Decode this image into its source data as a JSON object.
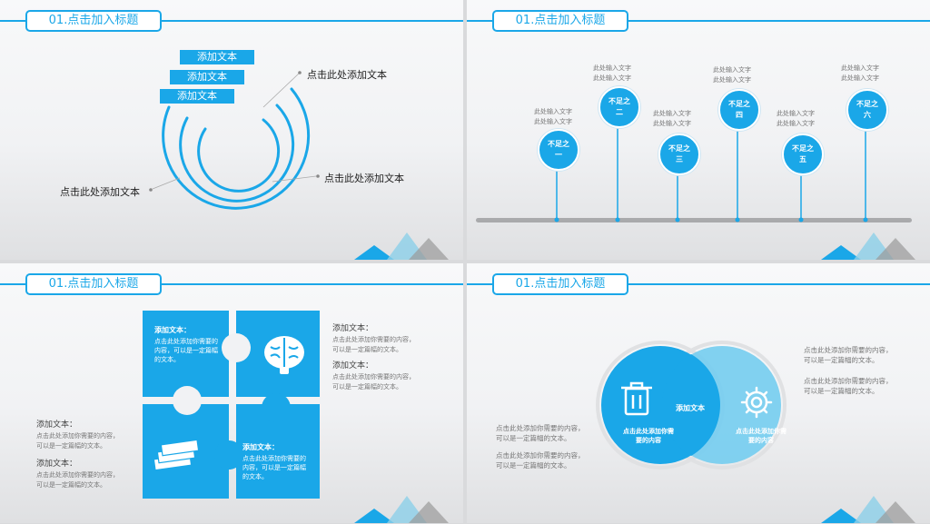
{
  "slides": [
    {
      "title": "01.点击加入标题",
      "tags": [
        "添加文本",
        "添加文本",
        "添加文本"
      ],
      "labels": [
        "点击此处添加文本",
        "点击此处添加文本",
        "点击此处添加文本"
      ]
    },
    {
      "title": "01.点击加入标题",
      "pins": [
        {
          "line1": "不足之",
          "line2": "一",
          "text1": "此处输入文字",
          "text2": "此处输入文字"
        },
        {
          "line1": "不足之",
          "line2": "二",
          "text1": "此处输入文字",
          "text2": "此处输入文字"
        },
        {
          "line1": "不足之",
          "line2": "三",
          "text1": "此处输入文字",
          "text2": "此处输入文字"
        },
        {
          "line1": "不足之",
          "line2": "四",
          "text1": "此处输入文字",
          "text2": "此处输入文字"
        },
        {
          "line1": "不足之",
          "line2": "五",
          "text1": "此处输入文字",
          "text2": "此处输入文字"
        },
        {
          "line1": "不足之",
          "line2": "六",
          "text1": "此处输入文字",
          "text2": "此处输入文字"
        }
      ]
    },
    {
      "title": "01.点击加入标题",
      "pieces": [
        {
          "title": "添加文本：",
          "body": "点击此处添加你需要的内容，可以是一定篇幅的文本。"
        },
        {
          "title": "添加文本：",
          "body": "点击此处添加你需要的内容，可以是一定篇幅的文本。"
        }
      ],
      "right_notes": [
        {
          "title": "添加文本：",
          "body1": "点击此处添加你需要的内容，",
          "body2": "可以是一定篇幅的文本。"
        },
        {
          "title": "添加文本：",
          "body1": "点击此处添加你需要的内容，",
          "body2": "可以是一定篇幅的文本。"
        }
      ],
      "left_notes": [
        {
          "title": "添加文本：",
          "body1": "点击此处添加你需要的内容，",
          "body2": "可以是一定篇幅的文本。"
        },
        {
          "title": "添加文本：",
          "body1": "点击此处添加你需要的内容，",
          "body2": "可以是一定篇幅的文本。"
        }
      ]
    },
    {
      "title": "01.点击加入标题",
      "center_label": "添加文本",
      "left_circle": {
        "line1": "点击此处添加你需",
        "line2": "要的内容"
      },
      "right_circle": {
        "line1": "点击此处添加你需",
        "line2": "要的内容"
      },
      "left_notes": [
        {
          "line1": "点击此处添加你需要的内容，",
          "line2": "可以是一定篇幅的文本。"
        },
        {
          "line1": "点击此处添加你需要的内容，",
          "line2": "可以是一定篇幅的文本。"
        }
      ],
      "right_notes": [
        {
          "line1": "点击此处添加你需要的内容，",
          "line2": "可以是一定篇幅的文本。"
        },
        {
          "line1": "点击此处添加你需要的内容，",
          "line2": "可以是一定篇幅的文本。"
        }
      ]
    }
  ],
  "colors": {
    "accent": "#1aa7e8",
    "light_accent": "#74cdf0",
    "gray": "#8c8c8c"
  }
}
